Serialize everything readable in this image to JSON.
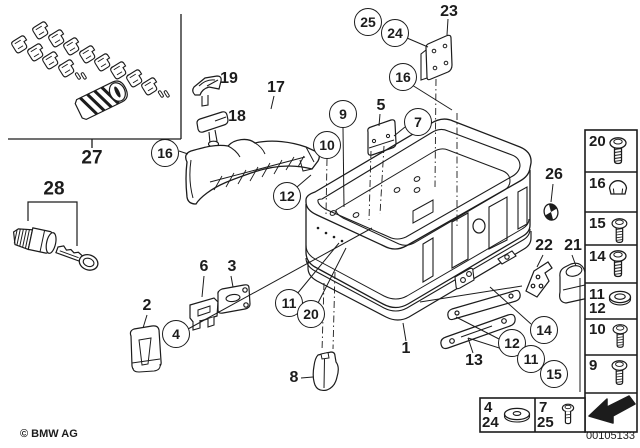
{
  "title": "BMW exploded parts diagram - top case with lock set",
  "colors": {
    "background": "#ffffff",
    "line": "#1c1c1c"
  },
  "footer": {
    "copyright": "© BMW AG",
    "doc_number": "00105133"
  },
  "callouts": {
    "circled": [
      {
        "n": "25"
      },
      {
        "n": "24"
      },
      {
        "n": "16"
      },
      {
        "n": "9"
      },
      {
        "n": "7"
      },
      {
        "n": "10"
      },
      {
        "n": "16"
      },
      {
        "n": "12"
      },
      {
        "n": "11"
      },
      {
        "n": "20"
      },
      {
        "n": "4"
      },
      {
        "n": "14"
      },
      {
        "n": "12"
      },
      {
        "n": "11"
      },
      {
        "n": "15"
      }
    ],
    "plain": [
      {
        "n": "23"
      },
      {
        "n": "19"
      },
      {
        "n": "17"
      },
      {
        "n": "18"
      },
      {
        "n": "5"
      },
      {
        "n": "27"
      },
      {
        "n": "28"
      },
      {
        "n": "26"
      },
      {
        "n": "22"
      },
      {
        "n": "21"
      },
      {
        "n": "2"
      },
      {
        "n": "6"
      },
      {
        "n": "3"
      },
      {
        "n": "8"
      },
      {
        "n": "1"
      },
      {
        "n": "13"
      }
    ]
  },
  "hardware_legend": {
    "cells": [
      {
        "labels": [
          "20"
        ],
        "icon": "button-head-screw-icon"
      },
      {
        "labels": [
          "16"
        ],
        "icon": "cap-nut-icon"
      },
      {
        "labels": [
          "15"
        ],
        "icon": "button-head-screw-icon"
      },
      {
        "labels": [
          "14"
        ],
        "icon": "button-head-screw-icon"
      },
      {
        "labels": [
          "11",
          "12"
        ],
        "icon": "washer-ring-icon"
      },
      {
        "labels": [
          "10"
        ],
        "icon": "button-head-screw-icon"
      },
      {
        "labels": [
          "9"
        ],
        "icon": "button-head-screw-icon"
      },
      {
        "labels": [],
        "icon": "direction-arrow-icon"
      }
    ]
  },
  "fastener_table": {
    "cells": [
      {
        "labels": [
          "4",
          "24"
        ],
        "icon": "flat-washer-icon"
      },
      {
        "labels": [
          "7",
          "25"
        ],
        "icon": "small-screw-icon"
      }
    ]
  },
  "parts_drawn": [
    "lock-tumbler-set-27",
    "lock-barrel-27",
    "lock-cylinder-28",
    "key-28",
    "clip-19",
    "stud-18",
    "carrier-bracket-17",
    "mount-plate-23",
    "plate-5",
    "case-body-1",
    "rubber-foot-8",
    "cover-2",
    "bracket-6",
    "plate-3",
    "bmw-emblem-26",
    "hinge-bracket-22",
    "latch-cover-21",
    "hinge-bar-13"
  ]
}
